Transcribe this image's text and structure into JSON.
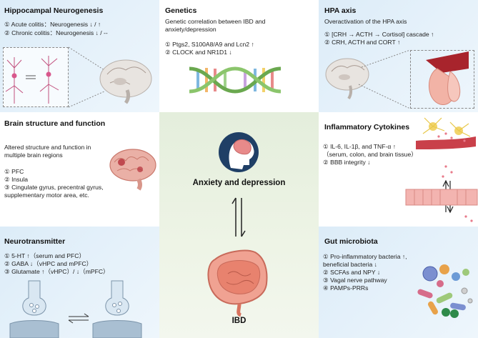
{
  "hippocampal": {
    "title": "Hippocampal Neurogenesis",
    "line1": "① Acute colitis：Neurogenesis ↓ / ↑",
    "line2": "② Chronic colitis：Neurogenesis ↓ / --"
  },
  "genetics": {
    "title": "Genetics",
    "desc1": "Genetic correlation between IBD and",
    "desc2": "anxiety/depression",
    "line1": "① Ptgs2, S100A8/A9 and Lcn2 ↑",
    "line2": "② CLOCK and NR1D1 ↓"
  },
  "hpa": {
    "title": "HPA axis",
    "desc": "Overactivation of the HPA axis",
    "line1": "① [CRH → ACTH → Cortisol] cascade ↑",
    "line2": "② CRH, ACTH and CORT ↑"
  },
  "brain": {
    "title": "Brain structure and function",
    "desc1": "Altered structure and function in",
    "desc2": "multiple brain regions",
    "line1": "① PFC",
    "line2": "② Insula",
    "line3": "③ Cingulate gyrus, precentral gyrus,",
    "line4": "supplementary motor area, etc."
  },
  "center": {
    "top_label": "Anxiety and depression",
    "bottom_label": "IBD"
  },
  "cytokines": {
    "title": "Inflammatory Cytokines",
    "line1": "① IL-6, IL-1β, and TNF-α ↑",
    "line2": "（serum, colon, and brain tissue）",
    "line3": "② BBB integrity ↓"
  },
  "neurotransmitter": {
    "title": "Neurotransmitter",
    "line1": "① 5-HT ↑（serum and PFC）",
    "line2": "② GABA ↓（vHPC and mPFC）",
    "line3": "③ Glutamate ↑（vHPC）/ ↓（mPFC）"
  },
  "gut": {
    "title": "Gut microbiota",
    "line1": "① Pro-inflammatory bacteria ↑,",
    "line2": "beneficial bacteria ↓",
    "line3": "② SCFAs and NPY ↓",
    "line4": "③ Vagal nerve pathway",
    "line5": "④ PAMPs-PRRs"
  },
  "colors": {
    "panel_blue": "#dcecf8",
    "center_green": "#e4eedc",
    "intestine": "#e8826e",
    "brain_pink": "#e9a9a0"
  }
}
